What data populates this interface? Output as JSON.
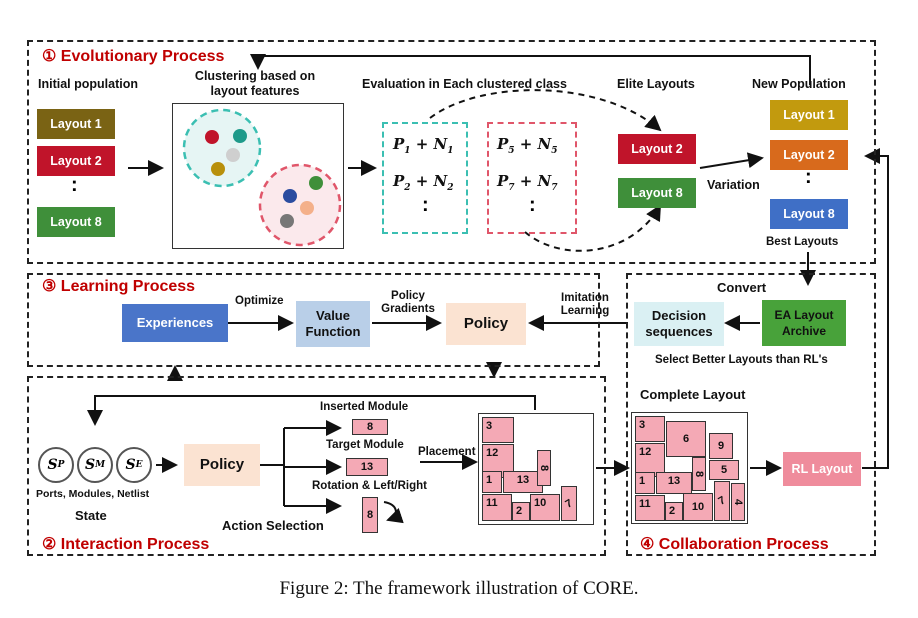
{
  "sections": {
    "evolutionary": "① Evolutionary Process",
    "learning": "③ Learning Process",
    "interaction": "② Interaction Process",
    "collaboration": "④ Collaboration Process"
  },
  "evo": {
    "initial_population": "Initial population",
    "initial_layouts": [
      "Layout 1",
      "Layout 2",
      "Layout 8"
    ],
    "clustering": "Clustering based on layout features",
    "evaluation": "Evaluation in Each clustered class",
    "eval_left": [
      "P1 + N1",
      "P2 + N2"
    ],
    "eval_right": [
      "P5 + N5",
      "P7 + N7"
    ],
    "elite_layouts": "Elite Layouts",
    "elite": [
      "Layout 2",
      "Layout 8"
    ],
    "variation": "Variation",
    "new_population": "New Population",
    "new_layouts": [
      "Layout 1",
      "Layout 2",
      "Layout 8"
    ],
    "best_layouts": "Best Layouts",
    "dots": ":"
  },
  "learning": {
    "experiences": "Experiences",
    "optimize": "Optimize",
    "value_function": "Value Function",
    "policy_gradients": "Policy Gradients",
    "policy": "Policy",
    "imitation_learning": "Imitation Learning"
  },
  "collab": {
    "convert": "Convert",
    "ea_archive": "EA Layout Archive",
    "decision_sequences": "Decision sequences",
    "select_better": "Select Better Layouts than RL's",
    "complete_layout": "Complete Layout",
    "rl_layout": "RL Layout"
  },
  "interaction": {
    "state_symbols": [
      "SP",
      "SM",
      "SE"
    ],
    "state_desc": "Ports, Modules, Netlist",
    "state": "State",
    "policy": "Policy",
    "inserted_module": "Inserted Module",
    "inserted_value": "8",
    "target_module": "Target Module",
    "target_value": "13",
    "rotation": "Rotation & Left/Right",
    "rotation_value": "8",
    "action_selection": "Action Selection",
    "placement": "Placement"
  },
  "layout_modules": {
    "partial": [
      "3",
      "12",
      "1",
      "13",
      "8",
      "11",
      "2",
      "10",
      "7"
    ],
    "complete": [
      "3",
      "6",
      "9",
      "12",
      "5",
      "8",
      "1",
      "13",
      "11",
      "2",
      "10",
      "7",
      "4"
    ]
  },
  "colors": {
    "olive": "#7a6314",
    "red": "#c0142a",
    "green": "#3f8f3a",
    "gold": "#c29a0e",
    "orange": "#d86a1c",
    "blue": "#3f6fc6",
    "teal": "#3bbfb2",
    "pinkdash": "#e0566a",
    "pinkmod": "#f4a9b5",
    "peach": "#fbe3d2",
    "lightblue": "#b9cfe8",
    "lightcyan": "#daf0f3",
    "greenbox": "#48a23a",
    "rlpink": "#ef8c9c"
  },
  "caption": "Figure 2: The framework illustration of CORE."
}
